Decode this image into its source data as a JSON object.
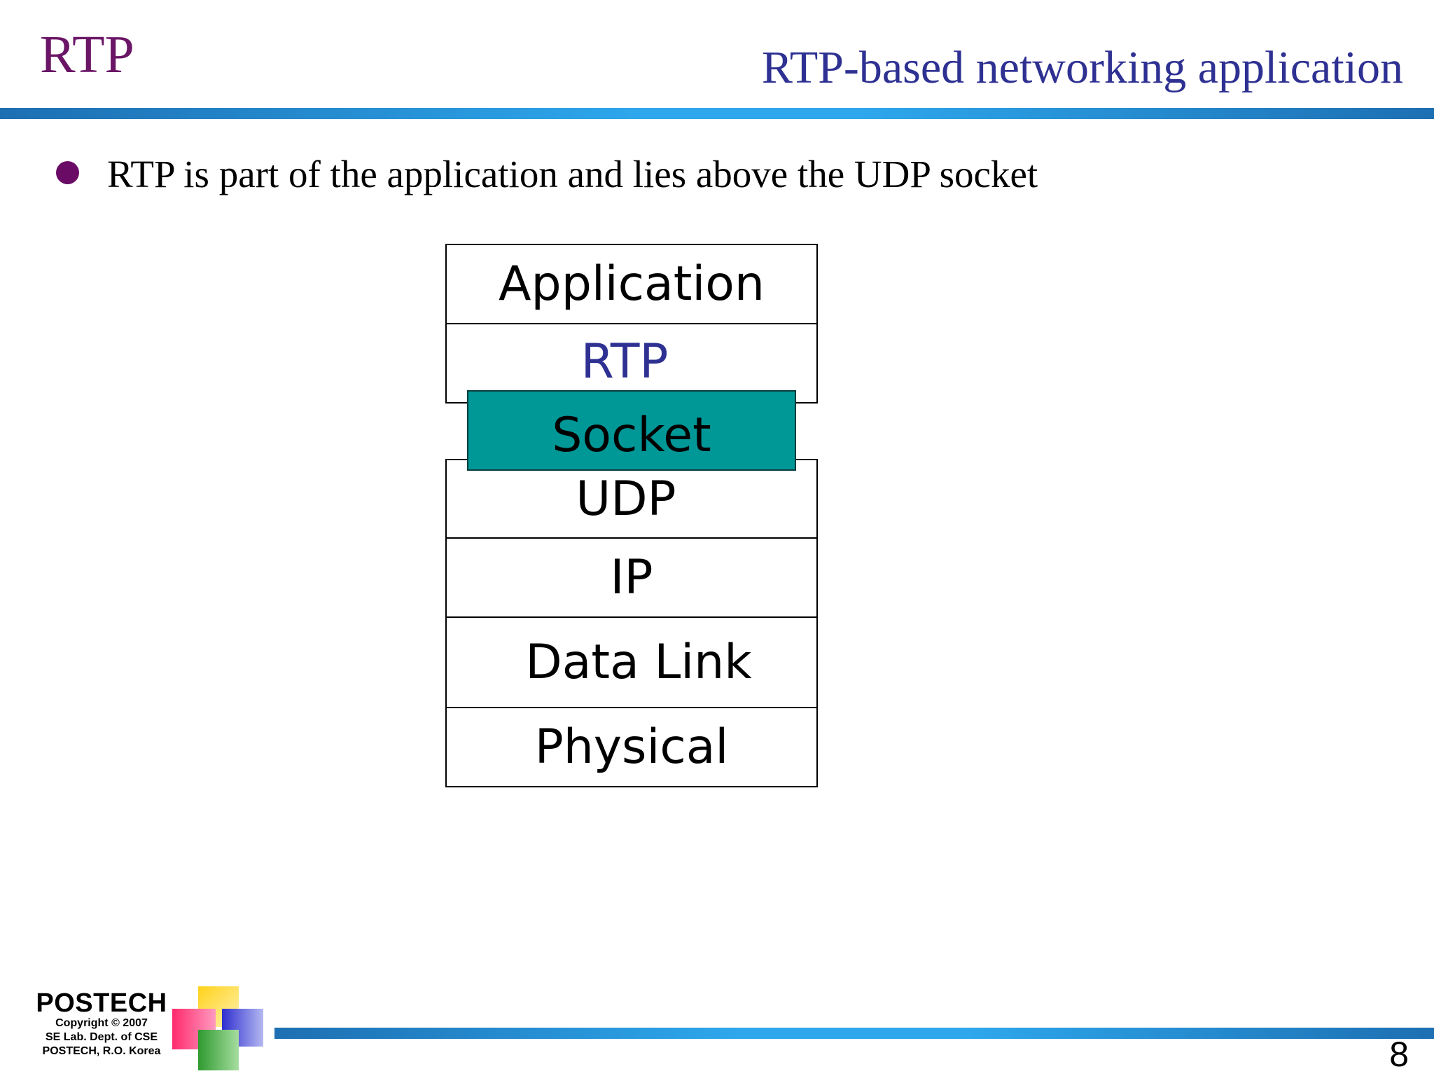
{
  "header": {
    "title_left": "RTP",
    "title_right": "RTP-based networking application"
  },
  "content": {
    "bullet": "RTP is part of the application and lies above the UDP socket"
  },
  "diagram": {
    "layers": {
      "application": "Application",
      "rtp": "RTP",
      "socket": "Socket",
      "udp": "UDP",
      "ip": "IP",
      "data_link": "Data Link",
      "physical": "Physical"
    }
  },
  "footer": {
    "logo_name": "POSTECH",
    "copyright": "Copyright © 2007",
    "lab": "SE Lab. Dept. of CSE",
    "org": "POSTECH, R.O. Korea",
    "page_number": "8"
  },
  "colors": {
    "title_left": "#6a1566",
    "title_right": "#2e3192",
    "rtp_text": "#2e3192",
    "socket_fill": "#009797",
    "bar_blue": "#2ea7ec"
  }
}
